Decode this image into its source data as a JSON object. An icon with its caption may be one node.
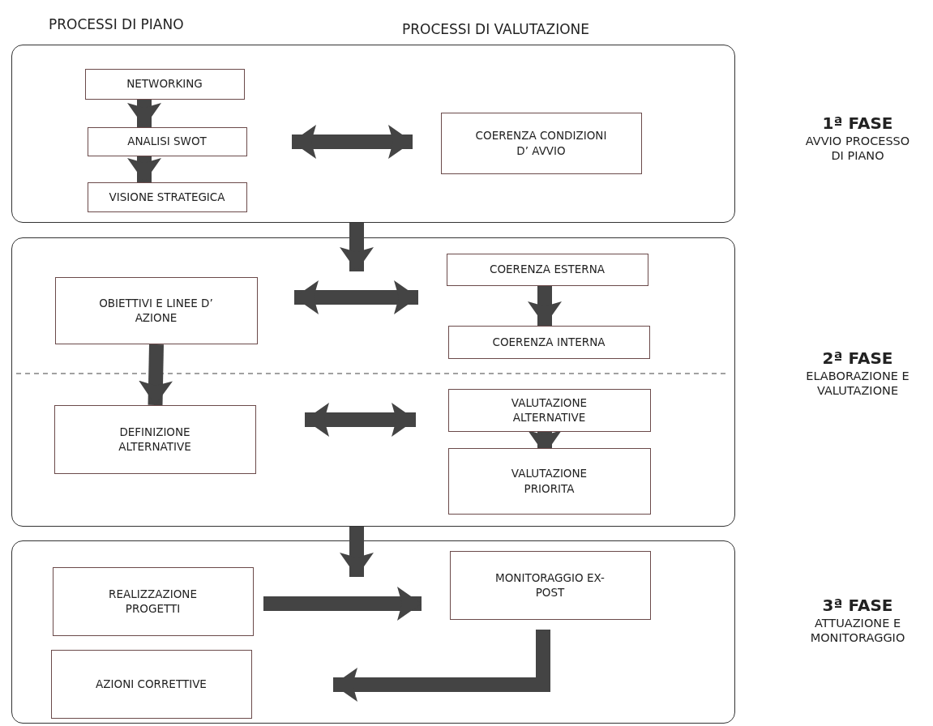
{
  "diagram": {
    "nodes": [
      {
        "text": [],
        "shape": "box",
        "beside": [
          "1ª FASE",
          "AVVIO PROCESSO DI PIANO"
        ]
      },
      {
        "text": [
          "NETWORKING"
        ],
        "in": 0
      },
      {
        "text": [
          "ANALISI SWOT"
        ],
        "in": 0
      },
      {
        "text": [
          "VISIONE STRATEGICA"
        ],
        "in": 0
      },
      {
        "text": [
          "COERENZA CONDIZIONI D’ AVVIO"
        ],
        "in": 0
      },
      {
        "text": [],
        "shape": "box",
        "beside": [
          "2ª FASE",
          "ELABORAZIONE E VALUTAZIONE"
        ]
      },
      {
        "text": [
          "OBIETTIVI E LINEE D’ AZIONE"
        ],
        "in": 5
      },
      {
        "text": [
          "COERENZA ESTERNA"
        ],
        "in": 5
      },
      {
        "text": [
          "COERENZA INTERNA"
        ],
        "in": 5
      },
      {
        "text": [
          "DEFINIZIONE ALTERNATIVE"
        ],
        "in": 5
      },
      {
        "text": [
          "VALUTAZIONE ALTERNATIVE"
        ],
        "in": 5
      },
      {
        "text": [
          "VALUTAZIONE PRIORITA"
        ],
        "in": 5
      },
      {
        "text": [],
        "shape": "box",
        "beside": [
          "3ª FASE",
          "ATTUAZIONE E MONITORAGGIO"
        ]
      },
      {
        "text": [
          "REALIZZAZIONE PROGETTI"
        ],
        "in": 12
      },
      {
        "text": [
          "MONITORAGGIO EX-POST"
        ],
        "in": 12
      },
      {
        "text": [
          "AZIONI CORRETTIVE"
        ],
        "in": 12
      }
    ],
    "edges": [
      {
        "from": 1,
        "to": 2,
        "arrow": "to"
      },
      {
        "from": 2,
        "to": 3,
        "arrow": "to"
      },
      {
        "from": 2,
        "to": 4,
        "arrow": "both"
      },
      {
        "from": 0,
        "to": 5,
        "arrow": "to"
      },
      {
        "from": 6,
        "to": 7,
        "arrow": "both"
      },
      {
        "from": 7,
        "to": 8,
        "arrow": "to"
      },
      {
        "from": 6,
        "to": 9,
        "arrow": "to"
      },
      {
        "from": 9,
        "to": 10,
        "arrow": "both"
      },
      {
        "from": 10,
        "to": 11,
        "arrow": "to"
      },
      {
        "from": 5,
        "to": 12,
        "arrow": "to"
      },
      {
        "from": 13,
        "to": 14,
        "arrow": "to"
      },
      {
        "from": 14,
        "to": 15,
        "arrow": "to"
      }
    ],
    "labels": [
      "PROCESSI DI PIANO",
      "PROCESSI DI VALUTAZIONE"
    ]
  }
}
